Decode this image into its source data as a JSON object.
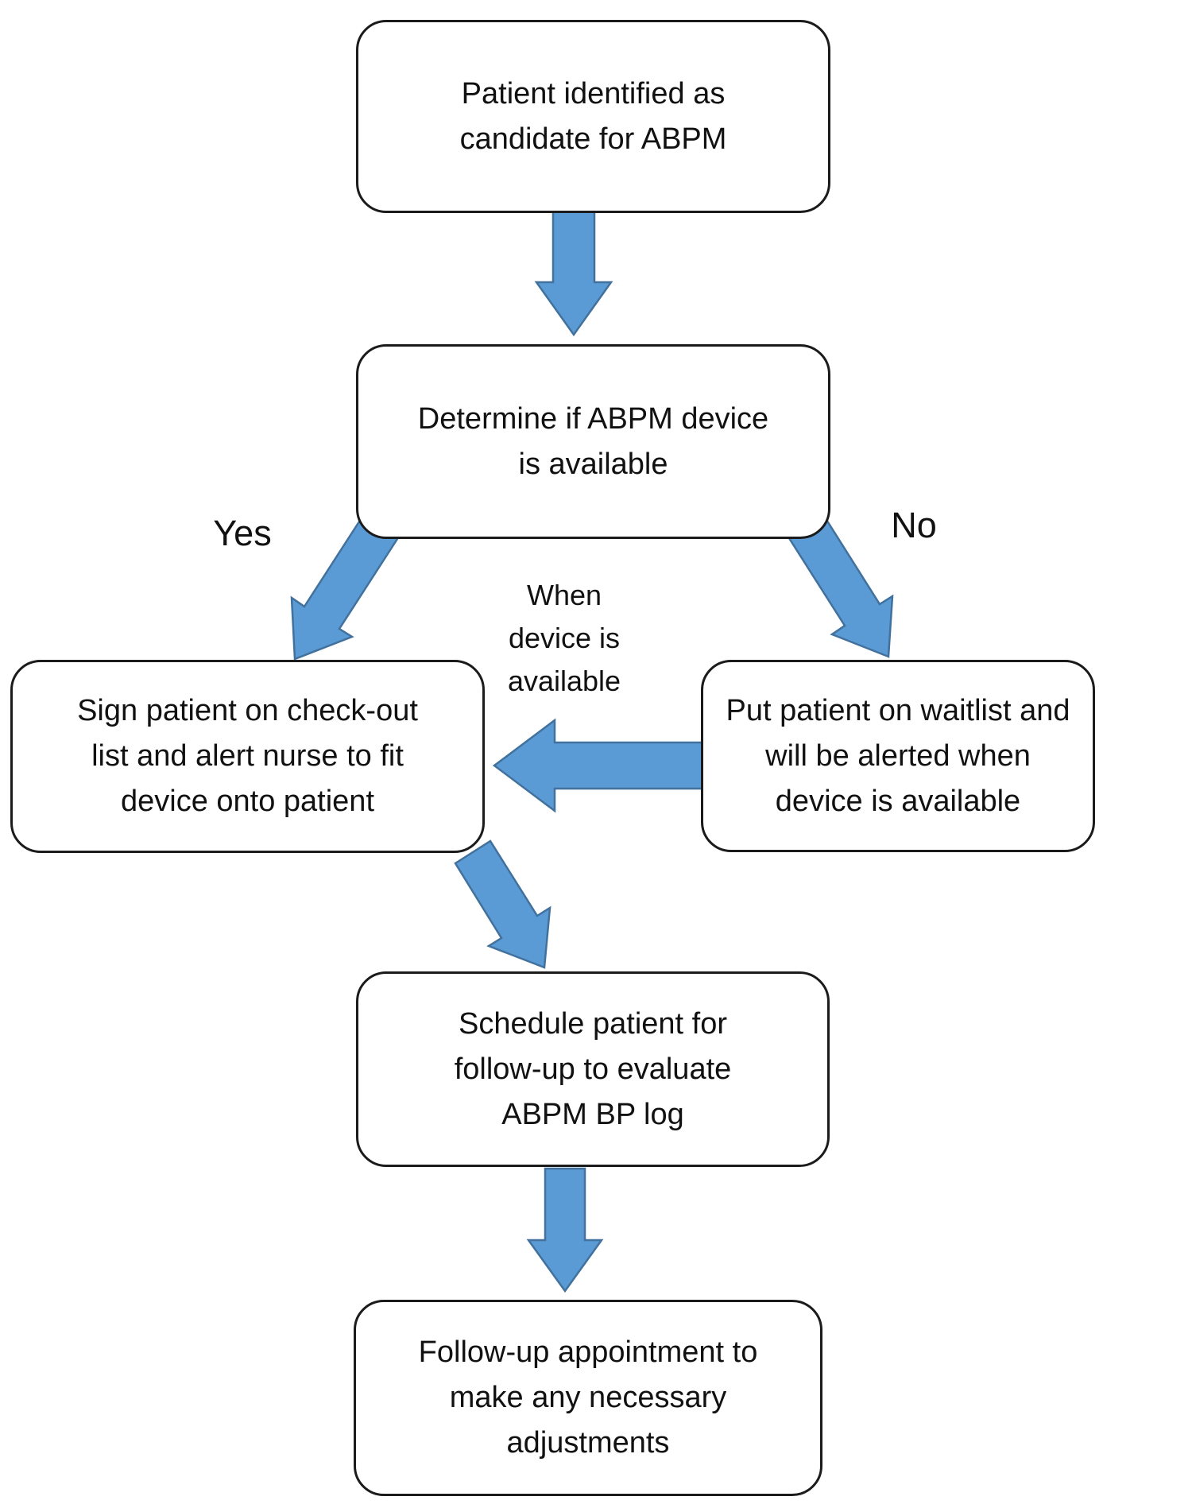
{
  "nodes": {
    "candidate": {
      "lines": [
        "Patient identified as",
        "candidate for ABPM"
      ]
    },
    "determine": {
      "lines": [
        "Determine if ABPM device",
        "is available"
      ]
    },
    "sign_checkout": {
      "lines": [
        "Sign patient on check-out",
        "list and alert nurse to fit",
        "device onto patient"
      ]
    },
    "waitlist": {
      "lines": [
        "Put patient on waitlist and",
        "will be alerted when",
        "device is available"
      ]
    },
    "schedule_followup": {
      "lines": [
        "Schedule patient for",
        "follow-up to evaluate",
        "ABPM BP log"
      ]
    },
    "followup_appt": {
      "lines": [
        "Follow-up appointment to",
        "make any necessary",
        "adjustments"
      ]
    }
  },
  "edge_labels": {
    "yes": "Yes",
    "no": "No",
    "when_available": {
      "lines": [
        "When",
        "device is",
        "available"
      ]
    }
  },
  "edges": [
    {
      "from": "candidate",
      "to": "determine",
      "label": ""
    },
    {
      "from": "determine",
      "to": "sign_checkout",
      "label": "Yes"
    },
    {
      "from": "determine",
      "to": "waitlist",
      "label": "No"
    },
    {
      "from": "waitlist",
      "to": "sign_checkout",
      "label": "When device is available"
    },
    {
      "from": "sign_checkout",
      "to": "schedule_followup",
      "label": ""
    },
    {
      "from": "schedule_followup",
      "to": "followup_appt",
      "label": ""
    }
  ],
  "colors": {
    "arrow_fill": "#5b9bd5",
    "arrow_stroke": "#41719c",
    "box_border": "#1b1b1b",
    "text": "#111111",
    "background": "#ffffff"
  }
}
